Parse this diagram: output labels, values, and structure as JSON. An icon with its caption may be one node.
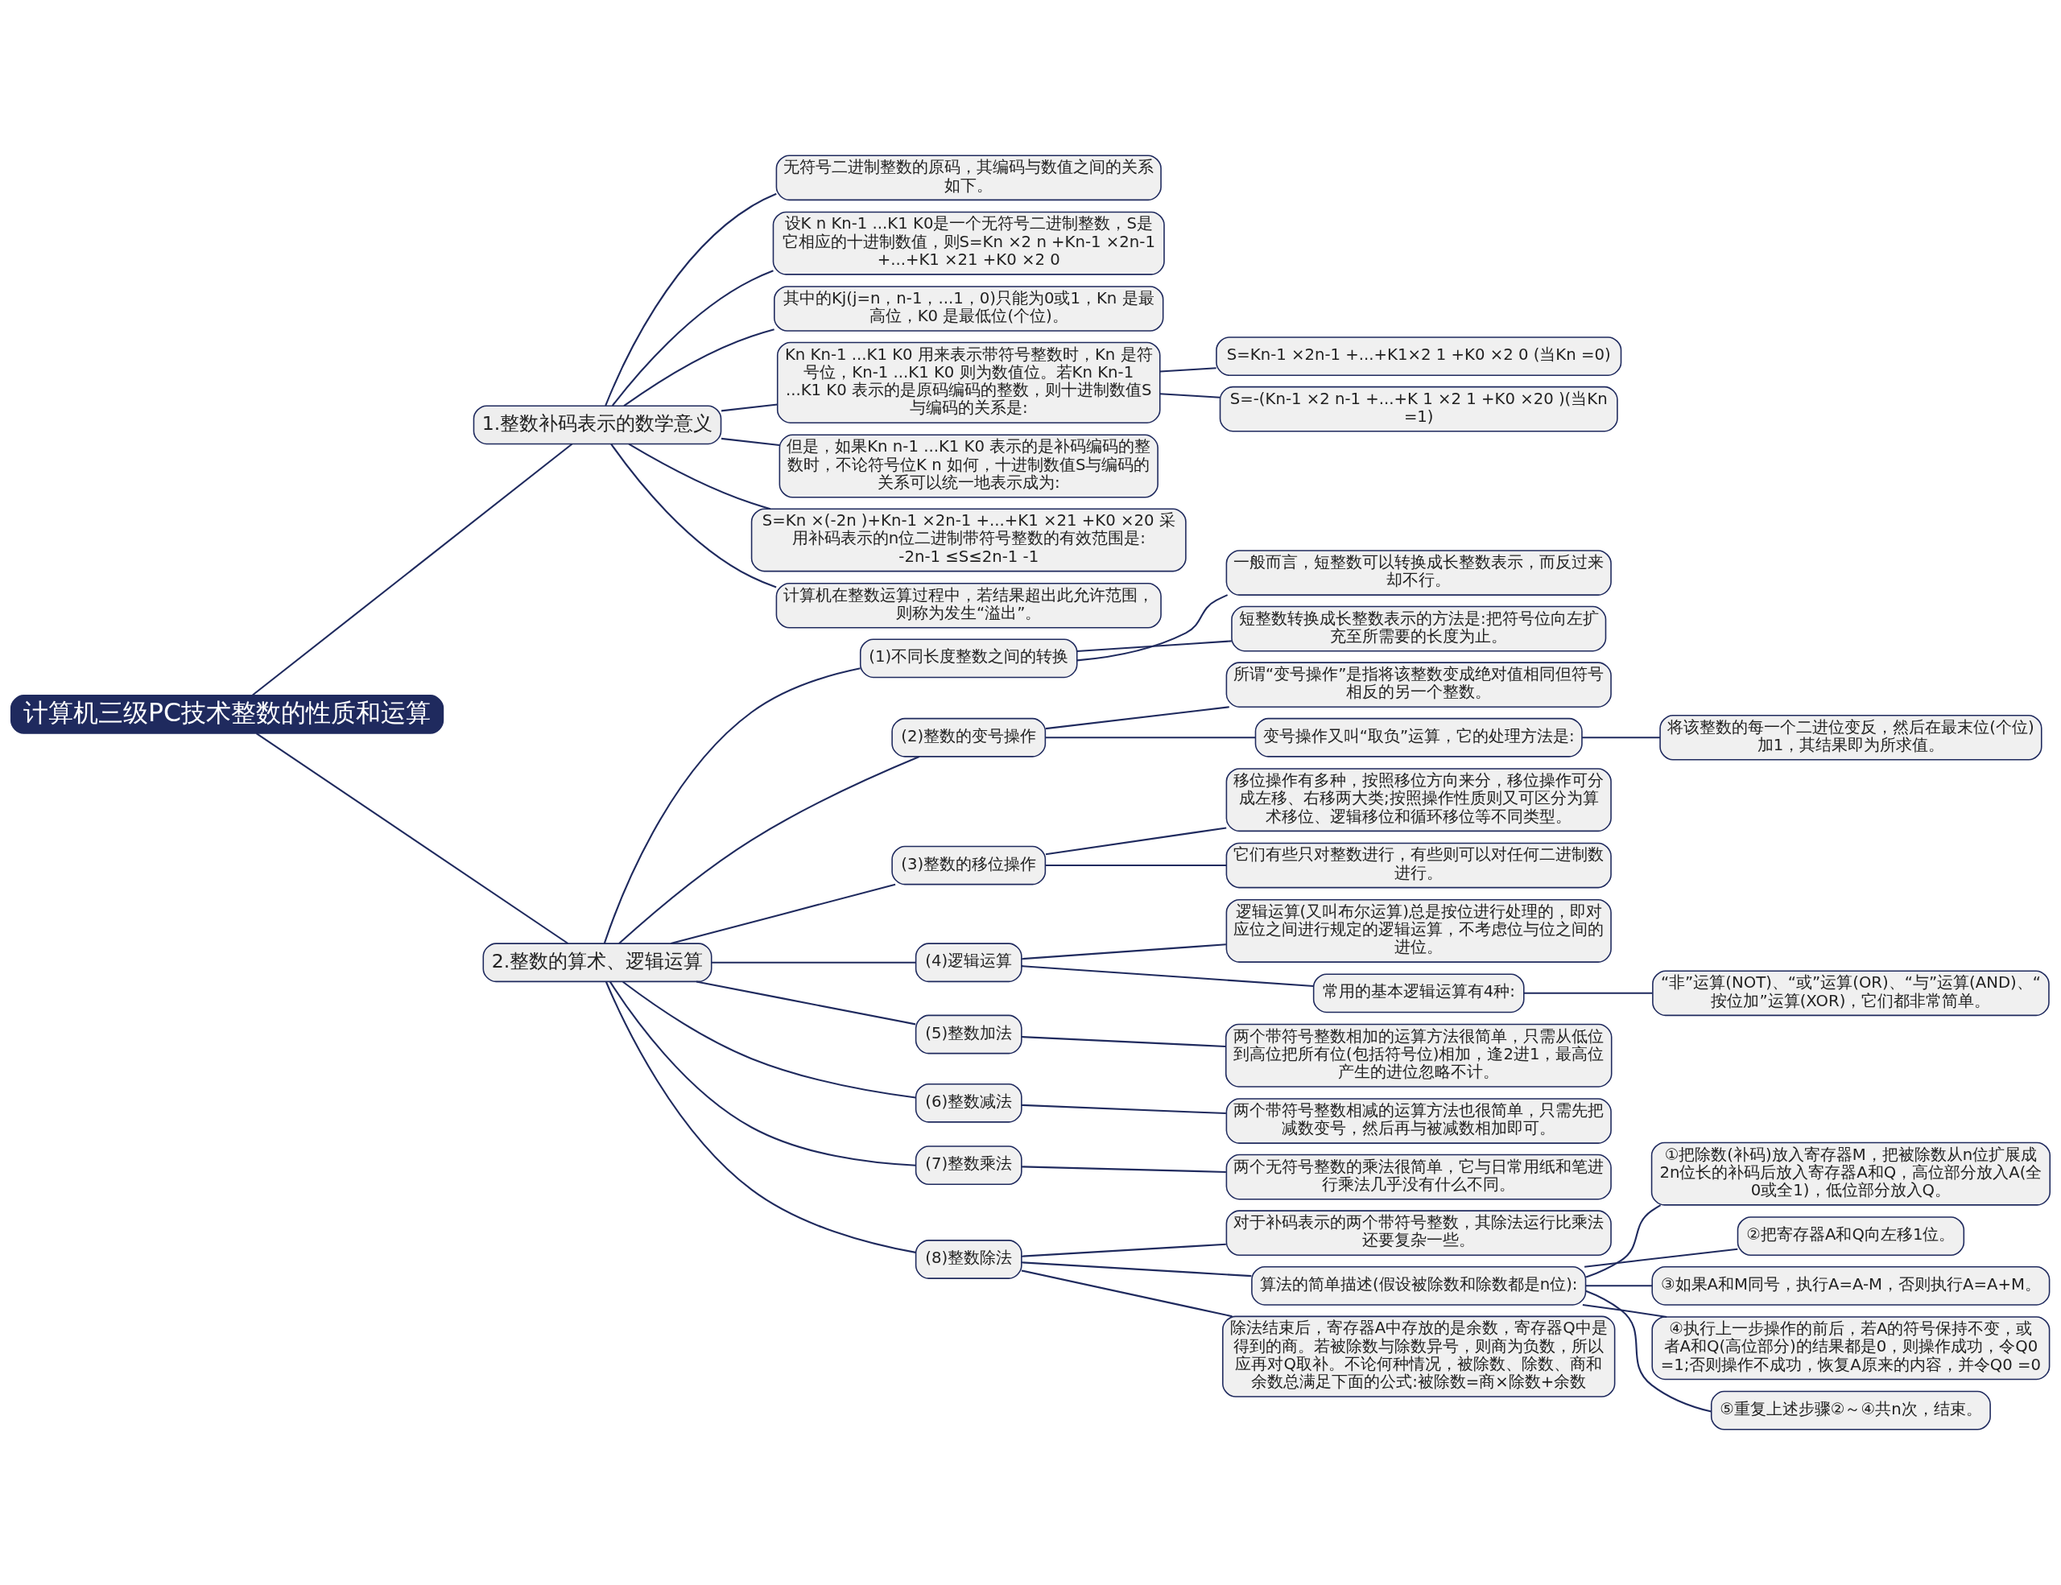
{
  "diagram": {
    "nodes": [
      {
        "text": [
          "计算机三级PC技术整数的性质和运算"
        ]
      },
      {
        "text": [
          "1.整数补码表示的数学意义"
        ]
      },
      {
        "text": [
          "无符号二进制整数的原码，其编码与数值之间的关系如下。"
        ]
      },
      {
        "text": [
          "设K n Kn-1 ...K1 K0是一个无符号二进制整数，S是它相应的十进制数值，则S=Kn ×2 n +Kn-1 ×2n-1 +...+K1 ×21 +K0 ×2 0"
        ]
      },
      {
        "text": [
          "其中的Kj(j=n，n-1，...1，0)只能为0或1，Kn 是最高位，K0 是最低位(个位)。"
        ]
      },
      {
        "text": [
          "Kn Kn-1 ...K1 K0 用来表示带符号整数时，Kn 是符号位，Kn-1 ...K1 K0 则为数值位。若Kn Kn-1 ...K1 K0 表示的是原码编码的整数，则十进制数值S与编码的关系是:"
        ]
      },
      {
        "text": [
          "S=Kn-1 ×2n-1 +...+K1×2 1 +K0 ×2 0 (当Kn =0)"
        ]
      },
      {
        "text": [
          "S=-(Kn-1 ×2 n-1 +...+K 1 ×2 1 +K0 ×20 )(当Kn =1)"
        ]
      },
      {
        "text": [
          "但是，如果Kn n-1 ...K1 K0 表示的是补码编码的整数时，不论符号位K n 如何，十进制数值S与编码的关系可以统一地表示成为:"
        ]
      },
      {
        "text": [
          "S=Kn ×(-2n )+Kn-1 ×2n-1 +...+K1 ×21 +K0 ×20 采用补码表示的n位二进制带符号整数的有效范围是: -2n-1 ≤S≤2n-1 -1"
        ]
      },
      {
        "text": [
          "计算机在整数运算过程中，若结果超出此允许范围，则称为发生“溢出”。"
        ]
      },
      {
        "text": [
          "2.整数的算术、逻辑运算"
        ]
      },
      {
        "text": [
          "(1)不同长度整数之间的转换"
        ]
      },
      {
        "text": [
          "一般而言，短整数可以转换成长整数表示，而反过来却不行。"
        ]
      },
      {
        "text": [
          "短整数转换成长整数表示的方法是:把符号位向左扩充至所需要的长度为止。"
        ]
      },
      {
        "text": [
          "(2)整数的变号操作"
        ]
      },
      {
        "text": [
          "所谓“变号操作”是指将该整数变成绝对值相同但符号相反的另一个整数。"
        ]
      },
      {
        "text": [
          "变号操作又叫“取负”运算，它的处理方法是:"
        ]
      },
      {
        "text": [
          "将该整数的每一个二进位变反，然后在最末位(个位)加1，其结果即为所求值。"
        ]
      },
      {
        "text": [
          "(3)整数的移位操作"
        ]
      },
      {
        "text": [
          "移位操作有多种，按照移位方向来分，移位操作可分成左移、右移两大类;按照操作性质则又可区分为算术移位、逻辑移位和循环移位等不同类型。"
        ]
      },
      {
        "text": [
          "它们有些只对整数进行，有些则可以对任何二进制数进行。"
        ]
      },
      {
        "text": [
          "(4)逻辑运算"
        ]
      },
      {
        "text": [
          "逻辑运算(又叫布尔运算)总是按位进行处理的，即对应位之间进行规定的逻辑运算，不考虑位与位之间的进位。"
        ]
      },
      {
        "text": [
          "常用的基本逻辑运算有4种:"
        ]
      },
      {
        "text": [
          "“非”运算(NOT)、“或”运算(OR)、“与”运算(AND)、“按位加”运算(XOR)，它们都非常简单。"
        ]
      },
      {
        "text": [
          "(5)整数加法"
        ]
      },
      {
        "text": [
          "两个带符号整数相加的运算方法很简单，只需从低位到高位把所有位(包括符号位)相加，逢2进1，最高位产生的进位忽略不计。"
        ]
      },
      {
        "text": [
          "(6)整数减法"
        ]
      },
      {
        "text": [
          "两个带符号整数相减的运算方法也很简单，只需先把减数变号，然后再与被减数相加即可。"
        ]
      },
      {
        "text": [
          "(7)整数乘法"
        ]
      },
      {
        "text": [
          "两个无符号整数的乘法很简单，它与日常用纸和笔进行乘法几乎没有什么不同。"
        ]
      },
      {
        "text": [
          "(8)整数除法"
        ]
      },
      {
        "text": [
          "对于补码表示的两个带符号整数，其除法运行比乘法还要复杂一些。"
        ]
      },
      {
        "text": [
          "算法的简单描述(假设被除数和除数都是n位):"
        ]
      },
      {
        "text": [
          "①把除数(补码)放入寄存器M，把被除数从n位扩展成2n位长的补码后放入寄存器A和Q，高位部分放入A(全0或全1)，低位部分放入Q。"
        ]
      },
      {
        "text": [
          "②把寄存器A和Q向左移1位。"
        ]
      },
      {
        "text": [
          "③如果A和M同号，执行A=A-M，否则执行A=A+M。"
        ]
      },
      {
        "text": [
          "④执行上一步操作的前后，若A的符号保持不变，或者A和Q(高位部分)的结果都是0，则操作成功，令Q0 =1;否则操作不成功，恢复A原来的内容，并令Q0 =0"
        ]
      },
      {
        "text": [
          "⑤重复上述步骤②～④共n次，结束。"
        ]
      },
      {
        "text": [
          "除法结束后，寄存器A中存放的是余数，寄存器Q中是得到的商。若被除数与除数异号，则商为负数，所以应再对Q取补。不论何种情况，被除数、除数、商和余数总满足下面的公式:被除数=商×除数+余数"
        ]
      }
    ],
    "edges": [
      {
        "from": 0,
        "to": 1,
        "arrow": "none"
      },
      {
        "from": 1,
        "to": 2,
        "arrow": "none"
      },
      {
        "from": 1,
        "to": 3,
        "arrow": "none"
      },
      {
        "from": 1,
        "to": 4,
        "arrow": "none"
      },
      {
        "from": 1,
        "to": 5,
        "arrow": "none"
      },
      {
        "from": 5,
        "to": 6,
        "arrow": "none"
      },
      {
        "from": 5,
        "to": 7,
        "arrow": "none"
      },
      {
        "from": 1,
        "to": 8,
        "arrow": "none"
      },
      {
        "from": 1,
        "to": 9,
        "arrow": "none"
      },
      {
        "from": 1,
        "to": 10,
        "arrow": "none"
      },
      {
        "from": 0,
        "to": 11,
        "arrow": "none"
      },
      {
        "from": 11,
        "to": 12,
        "arrow": "none"
      },
      {
        "from": 12,
        "to": 13,
        "arrow": "none"
      },
      {
        "from": 12,
        "to": 14,
        "arrow": "none"
      },
      {
        "from": 11,
        "to": 15,
        "arrow": "none"
      },
      {
        "from": 15,
        "to": 16,
        "arrow": "none"
      },
      {
        "from": 15,
        "to": 17,
        "arrow": "none"
      },
      {
        "from": 17,
        "to": 18,
        "arrow": "none"
      },
      {
        "from": 11,
        "to": 19,
        "arrow": "none"
      },
      {
        "from": 19,
        "to": 20,
        "arrow": "none"
      },
      {
        "from": 19,
        "to": 21,
        "arrow": "none"
      },
      {
        "from": 11,
        "to": 22,
        "arrow": "none"
      },
      {
        "from": 22,
        "to": 23,
        "arrow": "none"
      },
      {
        "from": 22,
        "to": 24,
        "arrow": "none"
      },
      {
        "from": 24,
        "to": 25,
        "arrow": "none"
      },
      {
        "from": 11,
        "to": 26,
        "arrow": "none"
      },
      {
        "from": 26,
        "to": 27,
        "arrow": "none"
      },
      {
        "from": 11,
        "to": 28,
        "arrow": "none"
      },
      {
        "from": 28,
        "to": 29,
        "arrow": "none"
      },
      {
        "from": 11,
        "to": 30,
        "arrow": "none"
      },
      {
        "from": 30,
        "to": 31,
        "arrow": "none"
      },
      {
        "from": 11,
        "to": 32,
        "arrow": "none"
      },
      {
        "from": 32,
        "to": 33,
        "arrow": "none"
      },
      {
        "from": 32,
        "to": 34,
        "arrow": "none"
      },
      {
        "from": 34,
        "to": 35,
        "arrow": "none"
      },
      {
        "from": 34,
        "to": 36,
        "arrow": "none"
      },
      {
        "from": 34,
        "to": 37,
        "arrow": "none"
      },
      {
        "from": 34,
        "to": 38,
        "arrow": "none"
      },
      {
        "from": 34,
        "to": 39,
        "arrow": "none"
      },
      {
        "from": 32,
        "to": 40,
        "arrow": "none"
      }
    ]
  }
}
